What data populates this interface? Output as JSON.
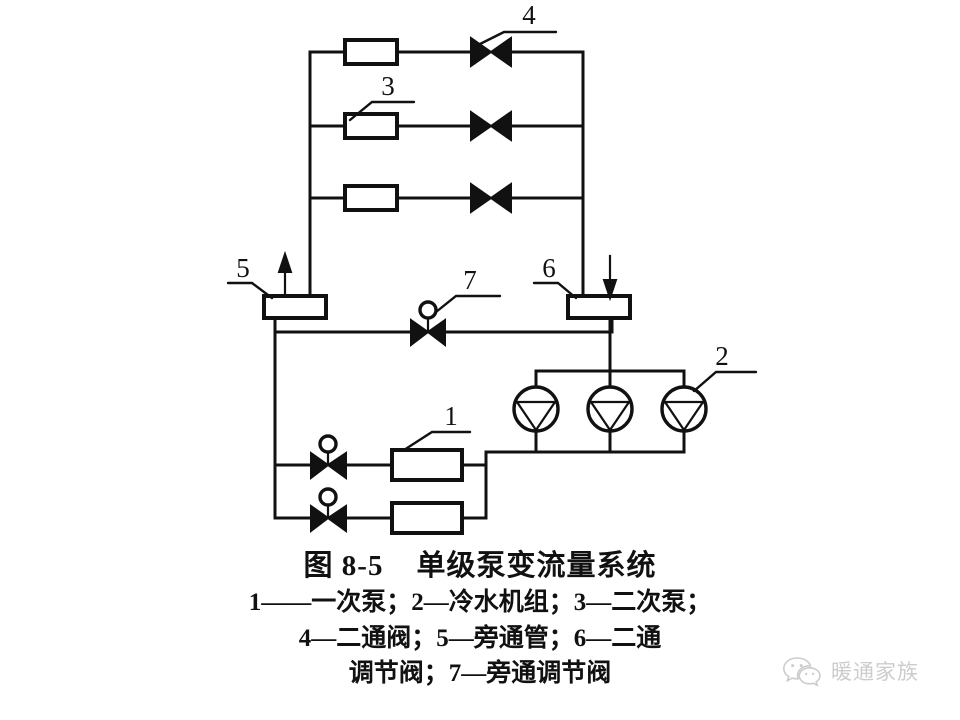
{
  "figure": {
    "caption_title": "图 8-5    单级泵变流量系统",
    "caption_lines": [
      "1——一次泵；2—冷水机组；3—二次泵；",
      "4—二通阀；5—旁通管；6—二通",
      "调节阀；7—旁通调节阀"
    ],
    "legend": [
      {
        "key": "1",
        "term": "一次泵"
      },
      {
        "key": "2",
        "term": "冷水机组"
      },
      {
        "key": "3",
        "term": "二次泵"
      },
      {
        "key": "4",
        "term": "二通阀"
      },
      {
        "key": "5",
        "term": "旁通管"
      },
      {
        "key": "6",
        "term": "二通调节阀"
      },
      {
        "key": "7",
        "term": "旁通调节阀"
      }
    ],
    "callouts": {
      "c1": "1",
      "c2": "2",
      "c3": "3",
      "c4": "4",
      "c5": "5",
      "c6": "6",
      "c7": "7"
    },
    "colors": {
      "line": "#111111",
      "background": "#ffffff",
      "watermark": "#9a9a9a"
    }
  },
  "watermark": {
    "text": "暖通家族",
    "icon": "wechat-icon"
  }
}
